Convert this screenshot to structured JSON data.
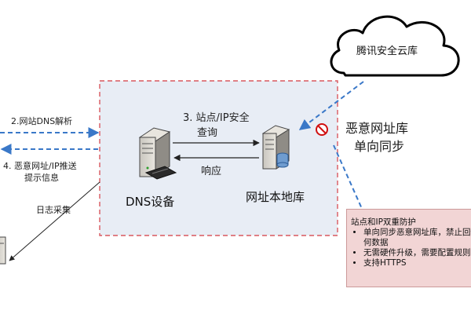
{
  "cloud": {
    "label": "腾讯安全云库"
  },
  "nodes": {
    "dns_device": "DNS设备",
    "url_db": "网址本地库"
  },
  "arrows": {
    "query": [
      "3. 站点/IP安全",
      "查询"
    ],
    "response": "响应",
    "dns_resolve": "2.网站DNS解析",
    "push_info": [
      "4. 恶意网址/IP推送",
      "提示信息"
    ],
    "log_collect": "日志采集"
  },
  "sync": {
    "lines": [
      "恶意网址库",
      "单向同步"
    ]
  },
  "features": {
    "title": "站点和IP双重防护",
    "items": [
      "单向同步恶意网址库，禁止回传任",
      "何数据",
      "无需硬件升级，需要配置规则",
      "支持HTTPS"
    ]
  },
  "colors": {
    "dashed_blue": "#3a78c8",
    "zone_border": "#d9585f",
    "zone_fill": "#e8edf5",
    "infobox_fill": "#f2d5d5",
    "block_red": "#d01010"
  },
  "icons": [
    "server-icon",
    "database-server-icon",
    "cloud-icon",
    "no-entry-icon"
  ]
}
